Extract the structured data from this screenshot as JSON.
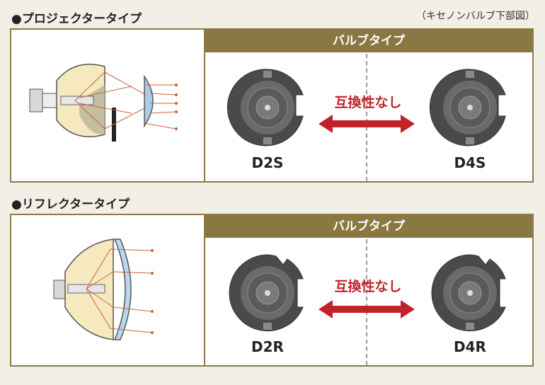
{
  "caption": "（キセノンバルブ下部図）",
  "sections": [
    {
      "title": "●プロジェクタータイプ",
      "band_label": "バルブタイプ",
      "compat_text": "互換性なし",
      "left_bulb": "D2S",
      "right_bulb": "D4S"
    },
    {
      "title": "●リフレクタータイプ",
      "band_label": "バルブタイプ",
      "compat_text": "互換性なし",
      "left_bulb": "D2R",
      "right_bulb": "D4R"
    }
  ],
  "colors": {
    "band": "#8a7842",
    "arrow": "#c0232a",
    "ray": "#c8643c"
  }
}
